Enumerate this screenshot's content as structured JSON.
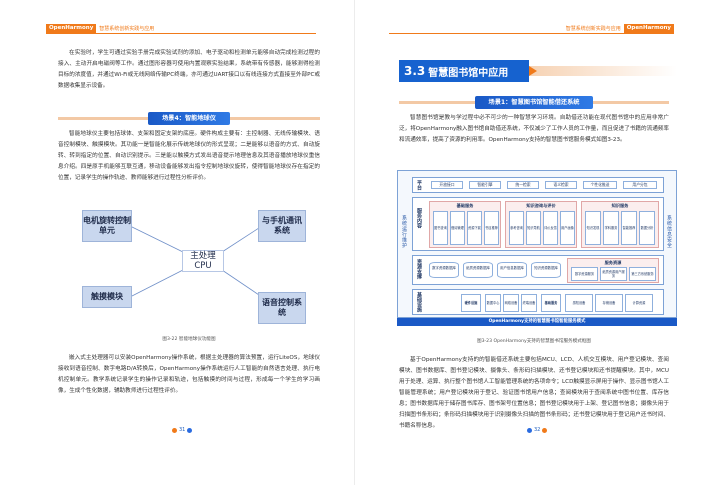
{
  "left": {
    "header": {
      "brand": "OpenHarmony",
      "subtitle": "智慧系统创新实践与应用"
    },
    "para_top": "在实验时，学生可通过实验手册完成实验试剂的添加、电子驱动和检测单元能够自动完成检测过程的接入、主动开启电磁阀等工作。通过图形容器可使用内置观察实验结果，系统带有传感器，能够测得检测目标的浓度值，并通过Wi-Fi或无线网络传输PC终端，亦可通过UART接口以有线连接方式直接至外部PC或数据收集显示设备。",
    "scene_banner": "场景4：智能地球仪",
    "para_mid": "智能地球仪主要包括球体、支架和固定支架的底座。硬件构成主要有：主控制器、无线传输模块、语音控制模块、触摸模块。其功能一是智能化展示传统地球仪的形式呈现；二是能够以语音的方式、自动旋转、转到指定的位置、自动识别提示。三是能以触摸方式发出语音提示地理信息及其语音播放地球仪重信息介绍。四是原手机能够互联互通，移动设备能够发出指令控制地球仪旋转，使得智能地球仪存在指定的位置，记录学生的操作轨迹、教师能够进行过程性分析评价。",
    "diagram": {
      "motor": "电机旋转控制单元",
      "phone": "与手机通讯系统",
      "cpu": "主处理CPU",
      "touch": "触摸模块",
      "voice": "语音控制系统"
    },
    "fig_caption": "图3-22 智能地球仪功能图",
    "para_bottom": "嵌入式主处理器可以安装OpenHarmony操作系统，根据主处理器的算法预置，运行LiteOS，地球仪接收到语音控制、数字电路D/A转换后，OpenHarmony操作系统运行人工智能的自然语言处理、执行电机控制单元。教学系统记录学生的操作记录和轨迹，包括触摸的时间与过程，形成每一个学生的学习画像，生成个性化数据，辅助教师进行过程性评价。",
    "folio": "31"
  },
  "right": {
    "header": {
      "brand": "OpenHarmony",
      "subtitle": "智慧系统创新实践与应用"
    },
    "section": {
      "num": "3.3",
      "title": "智慧图书馆中应用"
    },
    "scene_banner": "场景1：智慧图书馆智能借还系统",
    "para_top": "智慧图书馆是教与学过程中必不可少的一种智慧学习环境。自助借还功能在现代图书馆中的应用非常广泛，将OpenHarmony融入图书馆自助借还系统，不仅减少了工作人员的工作量，而且促进了书籍的流通频率和流通效率，提高了资源的利用率。OpenHarmony支持的智慧图书馆服务模式如图3-23。",
    "diagram": {
      "side_left": "系统运行维护",
      "side_right": "系统信息安全",
      "layer_platform": "平台",
      "platform_items": [
        "开放接口",
        "智能引擎",
        "统一检索",
        "语义检索",
        "个性化推送",
        "用户分包"
      ],
      "layer_service": "服务内容",
      "panel_basic": "基础服务",
      "panel_knowledge": "知识咨询与评价",
      "panel_knowledge_svc": "知识服务",
      "basic_items": [
        "图书查询",
        "借阅管理",
        "资源下载",
        "书目推荐"
      ],
      "knowledge_items": [
        "参考咨询",
        "知识导航",
        "评价反馈",
        "用户画像"
      ],
      "ks_items": [
        "知识发现",
        "学科服务",
        "智能推荐",
        "数据分析"
      ],
      "layer_resource": "资源支撑",
      "resource_items": [
        "数字资源数据库",
        "纸质资源数据库",
        "用户信息数据库",
        "知识资源数据库"
      ],
      "resource_panel": "服务资源",
      "resource_panel_items": [
        "数字资源服务",
        "纸质资源用户服务",
        "第三方系统服务"
      ],
      "layer_infra": "基础设施",
      "infra_left": "硬件设施",
      "infra_right": "基础服务",
      "infra_items": [
        "数据中心",
        "网络设备",
        "终端设备",
        "感知设备",
        "存储设备",
        "计算资源"
      ],
      "footer": "OpenHarmony支持的智慧图书馆智能服务模式"
    },
    "fig_caption": "图3-23 OpenHarmony支持的智慧图书馆服务模式框图",
    "para_bottom": "基于OpenHarmony支持的的智能借还系统主要包括MCU、LCD、人机交互模块、用户登记模块、查阅模块、图书数据库、图书登记模块、摄像头、条形码扫描模块、还书登记模块和还书提醒模块。其中，MCU用于处理、运算、执行整个图书馆人工智能管理系统的各项命令；LCD触摸显示屏用于操作、显示图书馆人工智能管理系统；用户登记模块用于登记、验证图书馆用户信息；查阅模块用于查阅系统中图书位置、库存信息；图书数据库用于储存图书库存、图书架号位置信息；图书登记模块用于上架、登记图书信息；摄像头用于扫描图书条形码；条形码扫描模块用于识别摄像头扫描的图书条形码；还书登记模块用于登记用户还书时间、书籍名称信息。",
    "folio": "32"
  }
}
